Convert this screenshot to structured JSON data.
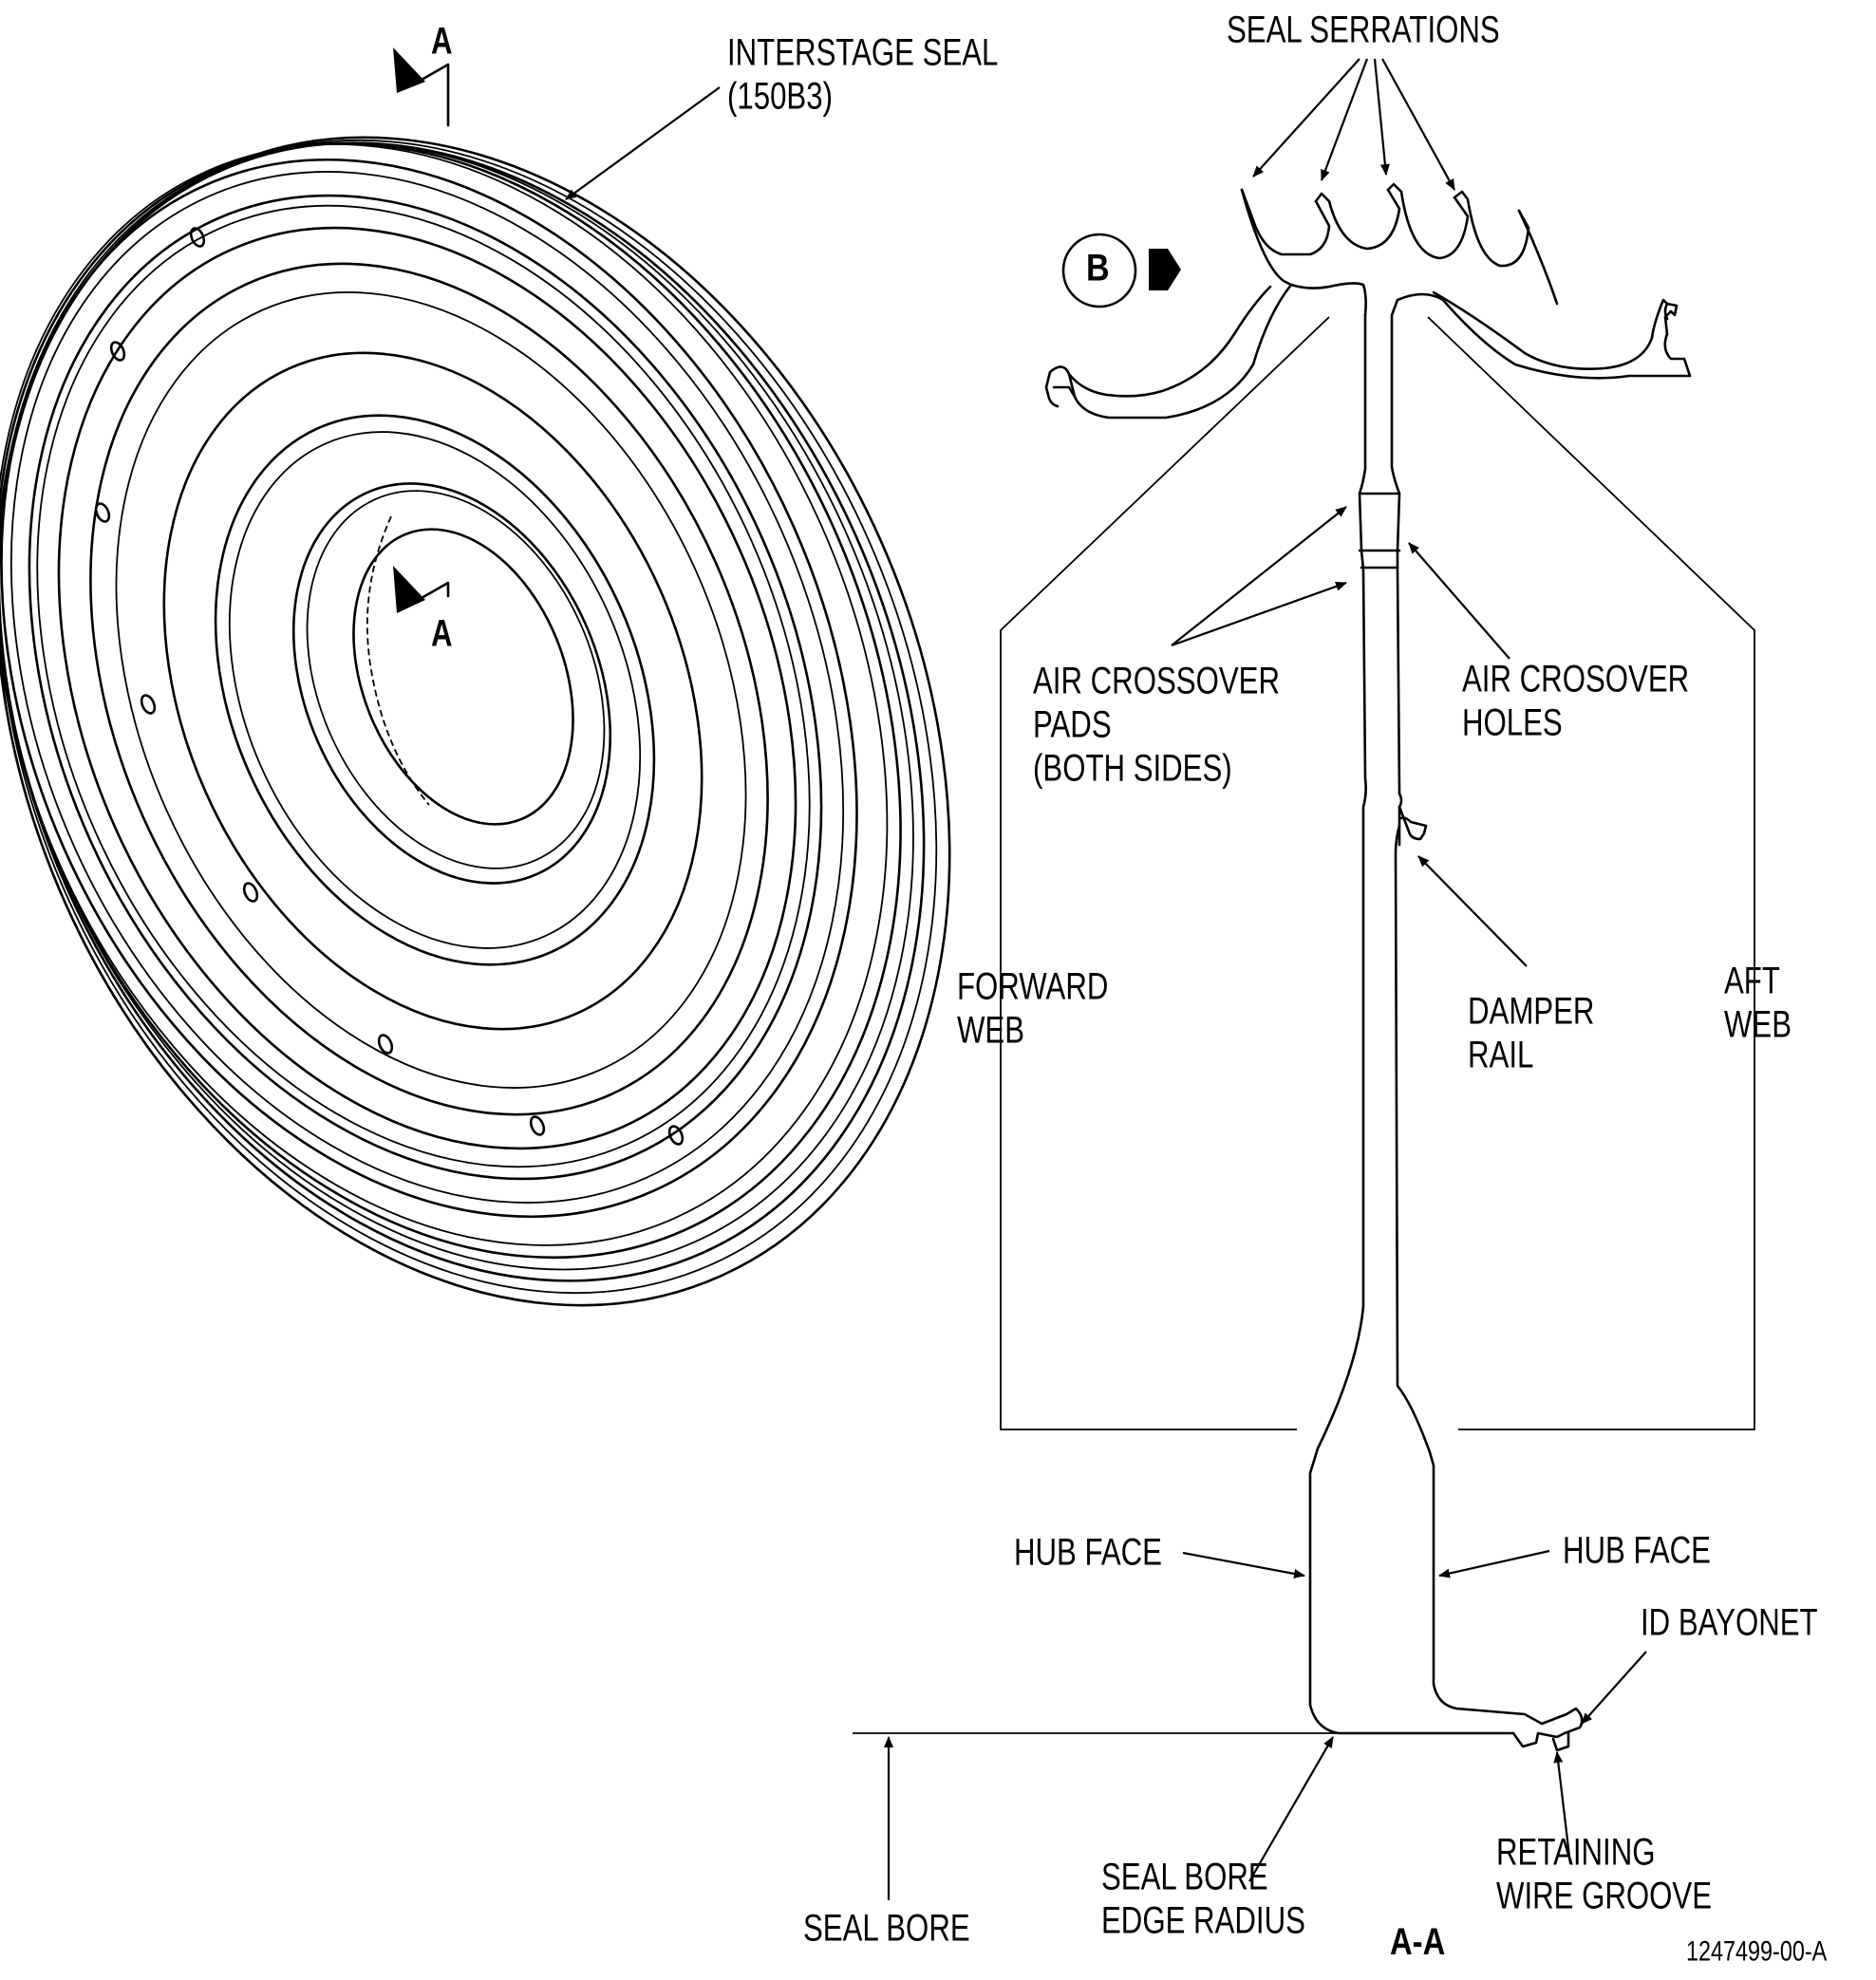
{
  "labels": {
    "section_arrow_top": "A",
    "section_arrow_bottom": "A",
    "interstage_seal_line1": "INTERSTAGE SEAL",
    "interstage_seal_line2": "(150B3)",
    "seal_serrations": "SEAL SERRATIONS",
    "view_b": "B",
    "air_crossover_pads_line1": "AIR CROSSOVER",
    "air_crossover_pads_line2": "PADS",
    "air_crossover_pads_line3": "(BOTH SIDES)",
    "air_crossover_holes_line1": "AIR CROSOVER",
    "air_crossover_holes_line2": "HOLES",
    "forward_web_line1": "FORWARD",
    "forward_web_line2": "WEB",
    "damper_rail_line1": "DAMPER",
    "damper_rail_line2": "RAIL",
    "aft_web_line1": "AFT",
    "aft_web_line2": "WEB",
    "hub_face_left": "HUB FACE",
    "hub_face_right": "HUB FACE",
    "id_bayonet": "ID BAYONET",
    "retaining_wire_groove_line1": "RETAINING",
    "retaining_wire_groove_line2": "WIRE GROOVE",
    "seal_bore": "SEAL BORE",
    "seal_bore_edge_radius_line1": "SEAL BORE",
    "seal_bore_edge_radius_line2": "EDGE RADIUS",
    "section_title": "A-A",
    "drawing_number": "1247499-00-A"
  }
}
